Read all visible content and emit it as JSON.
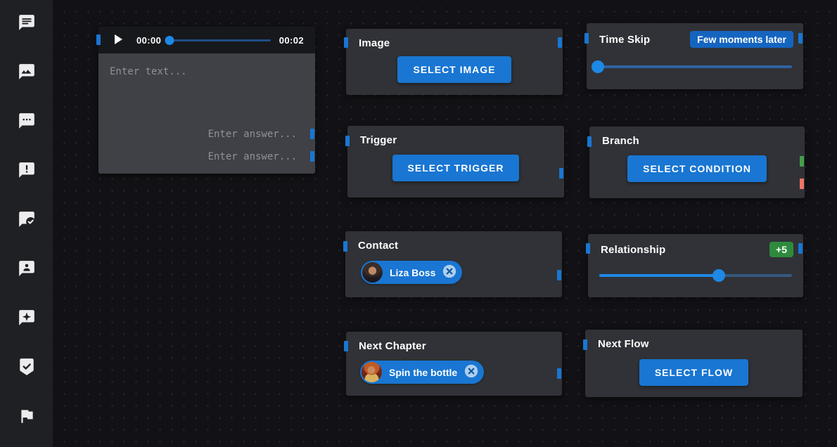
{
  "colors": {
    "accent_blue": "#1976d2",
    "slider_blue": "#1e88e5",
    "badge_blue": "#1565c0",
    "badge_green": "#2e8b3c",
    "connector_green": "#43a047",
    "connector_red": "#f07468",
    "node_bg": "#303237",
    "canvas_bg": "#121216"
  },
  "sidebar": {
    "items": [
      {
        "icon": "chat-text-icon"
      },
      {
        "icon": "chat-image-icon"
      },
      {
        "icon": "chat-dots-icon"
      },
      {
        "icon": "chat-alert-icon"
      },
      {
        "icon": "chat-check-icon"
      },
      {
        "icon": "chat-person-icon"
      },
      {
        "icon": "chat-sparkle-icon"
      },
      {
        "icon": "shield-check-icon"
      },
      {
        "icon": "flag-icon"
      }
    ]
  },
  "nodes": {
    "message": {
      "time_current": "00:00",
      "time_total": "00:02",
      "audio_progress_percent": 0,
      "text_placeholder": "Enter text...",
      "answer_placeholders": [
        "Enter answer...",
        "Enter answer..."
      ]
    },
    "image": {
      "title": "Image",
      "button": "SELECT IMAGE"
    },
    "time_skip": {
      "title": "Time Skip",
      "badge": "Few moments later",
      "slider_percent": 0
    },
    "trigger": {
      "title": "Trigger",
      "button": "SELECT TRIGGER"
    },
    "branch": {
      "title": "Branch",
      "button": "SELECT CONDITION"
    },
    "contact": {
      "title": "Contact",
      "chip_label": "Liza Boss"
    },
    "relationship": {
      "title": "Relationship",
      "badge": "+5",
      "slider_percent": 62
    },
    "next_chapter": {
      "title": "Next Chapter",
      "chip_label": "Spin the bottle"
    },
    "next_flow": {
      "title": "Next Flow",
      "button": "SELECT FLOW"
    }
  }
}
